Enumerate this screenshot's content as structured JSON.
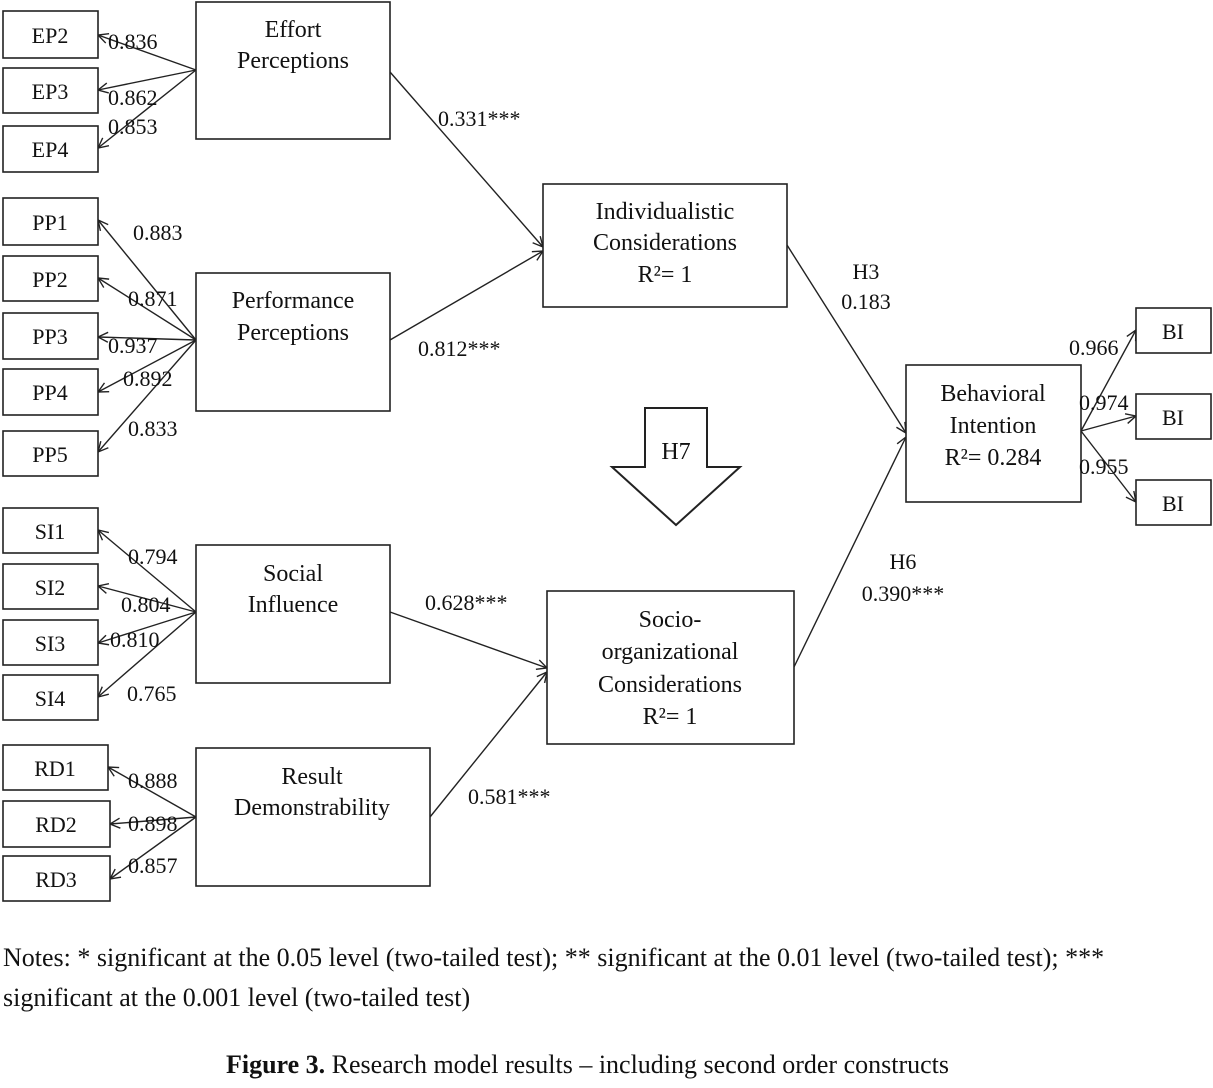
{
  "indicators": {
    "ep2": "EP2",
    "ep3": "EP3",
    "ep4": "EP4",
    "pp1": "PP1",
    "pp2": "PP2",
    "pp3": "PP3",
    "pp4": "PP4",
    "pp5": "PP5",
    "si1": "SI1",
    "si2": "SI2",
    "si3": "SI3",
    "si4": "SI4",
    "rd1": "RD1",
    "rd2": "RD2",
    "rd3": "RD3",
    "bi1": "BI",
    "bi2": "BI",
    "bi3": "BI"
  },
  "constructs": {
    "effort": [
      "Effort",
      "Perceptions"
    ],
    "performance": [
      "Performance",
      "Perceptions"
    ],
    "social": [
      "Social",
      "Influence"
    ],
    "result": [
      "Result",
      "Demonstrability"
    ],
    "individualistic": [
      "Individualistic",
      "Considerations",
      "R²= 1"
    ],
    "socio": [
      "Socio-",
      "organizational",
      "Considerations",
      "R²= 1"
    ],
    "behavioral": [
      "Behavioral",
      "Intention",
      "R²= 0.284"
    ]
  },
  "loadings": {
    "ep2": "0.836",
    "ep3": "0.862",
    "ep4": "0.853",
    "pp1": "0.883",
    "pp2": "0.871",
    "pp3": "0.937",
    "pp4": "0.892",
    "pp5": "0.833",
    "si1": "0.794",
    "si2": "0.804",
    "si3": "0.810",
    "si4": "0.765",
    "rd1": "0.888",
    "rd2": "0.898",
    "rd3": "0.857",
    "bi1": "0.966",
    "bi2": "0.974",
    "bi3": "0.955"
  },
  "paths": {
    "effort_to_ind": "0.331***",
    "perf_to_ind": "0.812***",
    "social_to_socio": "0.628***",
    "result_to_socio": "0.581***",
    "ind_to_bi_label": "H3",
    "ind_to_bi": "0.183",
    "socio_to_bi_label": "H6",
    "socio_to_bi": "0.390***"
  },
  "h7_label": "H7",
  "notes": "Notes: * significant at the 0.05 level (two-tailed test); ** significant at the 0.01 level (two-tailed test); *** significant at the 0.001 level (two-tailed test)",
  "caption": {
    "label": "Figure 3.",
    "text": " Research model results – including second order constructs"
  }
}
